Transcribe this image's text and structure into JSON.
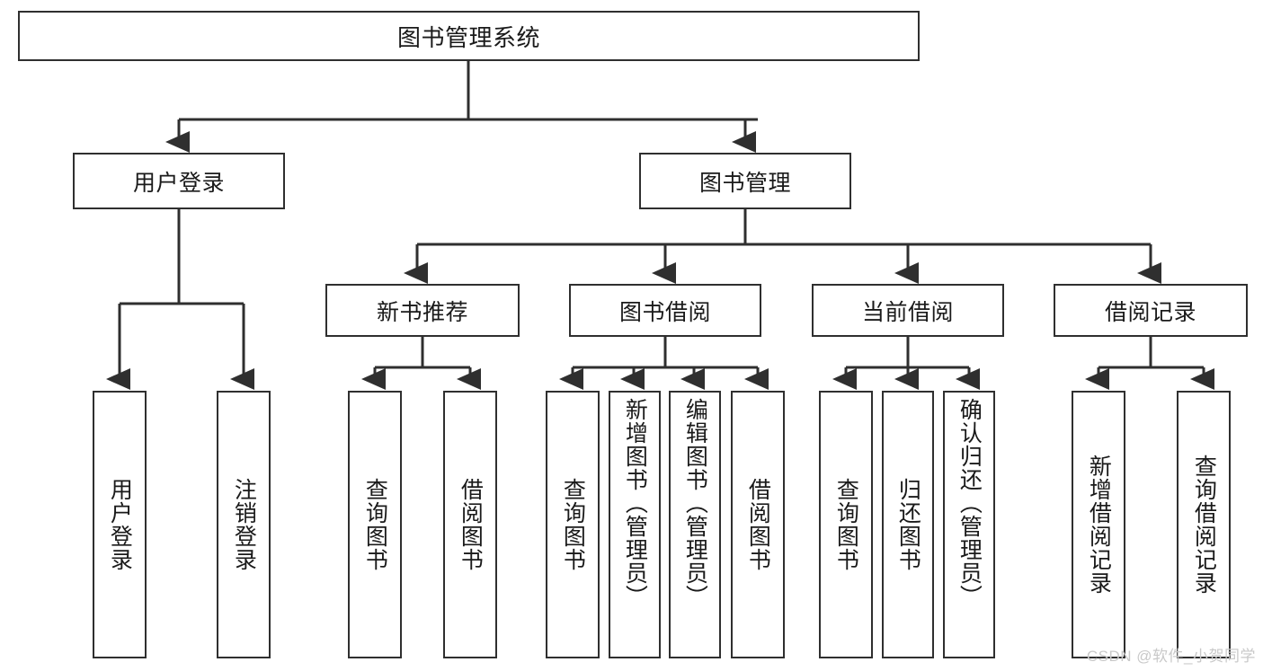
{
  "diagram": {
    "title_text": "图书管理系统",
    "watermark": "CSDN @软件_小贺同学",
    "colors": {
      "border": "#2f2f2f",
      "background": "#ffffff",
      "text": "#1a1a1a",
      "watermark": "#c9c9c9"
    },
    "root": {
      "label": "图书管理系统"
    },
    "level2": [
      {
        "label": "用户登录"
      },
      {
        "label": "图书管理"
      }
    ],
    "level3": [
      {
        "label": "新书推荐"
      },
      {
        "label": "图书借阅"
      },
      {
        "label": "当前借阅"
      },
      {
        "label": "借阅记录"
      }
    ],
    "leaves": {
      "user_login": [
        {
          "label": "用户登录"
        },
        {
          "label": "注销登录"
        }
      ],
      "new_book_recommend": [
        {
          "label": "查询图书"
        },
        {
          "label": "借阅图书"
        }
      ],
      "book_borrow": [
        {
          "label": "查询图书"
        },
        {
          "label": "新增图书（管理员）"
        },
        {
          "label": "编辑图书（管理员）"
        },
        {
          "label": "借阅图书"
        }
      ],
      "current_borrow": [
        {
          "label": "查询图书"
        },
        {
          "label": "归还图书"
        },
        {
          "label": "确认归还（管理员）"
        }
      ],
      "borrow_record": [
        {
          "label": "新增借阅记录"
        },
        {
          "label": "查询借阅记录"
        }
      ]
    }
  }
}
